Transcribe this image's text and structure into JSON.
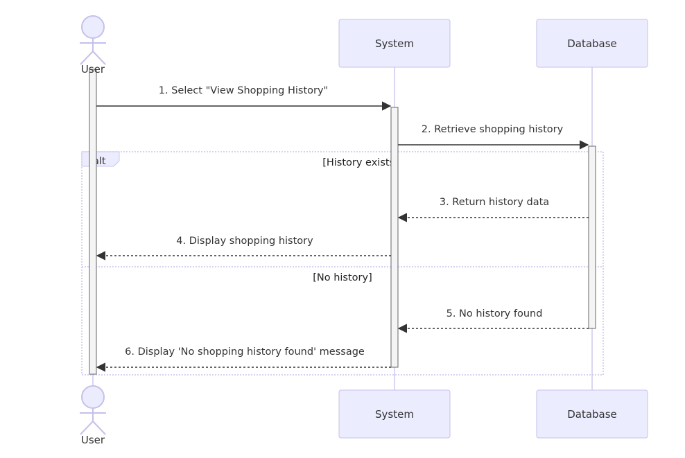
{
  "participants": {
    "user": "User",
    "system": "System",
    "database": "Database"
  },
  "messages": [
    {
      "number": 1,
      "label": "1. Select \"View Shopping History\"",
      "from": "User",
      "to": "System",
      "style": "solid"
    },
    {
      "number": 2,
      "label": "2. Retrieve shopping history",
      "from": "System",
      "to": "Database",
      "style": "solid"
    },
    {
      "number": 3,
      "label": "3. Return history data",
      "from": "Database",
      "to": "System",
      "style": "dashed"
    },
    {
      "number": 4,
      "label": "4. Display shopping history",
      "from": "System",
      "to": "User",
      "style": "dashed"
    },
    {
      "number": 5,
      "label": "5. No history found",
      "from": "Database",
      "to": "System",
      "style": "dashed"
    },
    {
      "number": 6,
      "label": "6. Display 'No shopping history found' message",
      "from": "System",
      "to": "User",
      "style": "dashed"
    }
  ],
  "alt_block": {
    "keyword": "alt",
    "guard_primary": "[History exists]",
    "guard_else": "[No history]"
  },
  "colors": {
    "actor_fill": "#ececff",
    "actor_stroke": "#c5c0ea",
    "lifeline": "#cfc8ee",
    "activation_fill": "#f4f4f4",
    "text": "#333333"
  }
}
